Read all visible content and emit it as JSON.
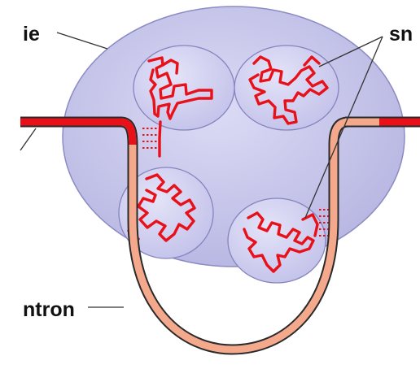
{
  "labels": {
    "top_left": "ie",
    "top_right": "sn",
    "bottom_left": "ntron"
  },
  "colors": {
    "spliceosome_body": "#c9c8eb",
    "spliceosome_outline": "#8c8bc4",
    "snrnp_fill": "#d4d3f1",
    "snrnp_outline": "#8584bf",
    "exon_red": "#e8111a",
    "intron_salmon": "#f4a98c",
    "strand_outline": "#2a2a2a",
    "rna_red": "#e8111a",
    "pointer_line": "#333333",
    "label_text": "#111111"
  },
  "icons": [
    "spliceosome-shape",
    "snrnp-particle",
    "rna-strand"
  ]
}
